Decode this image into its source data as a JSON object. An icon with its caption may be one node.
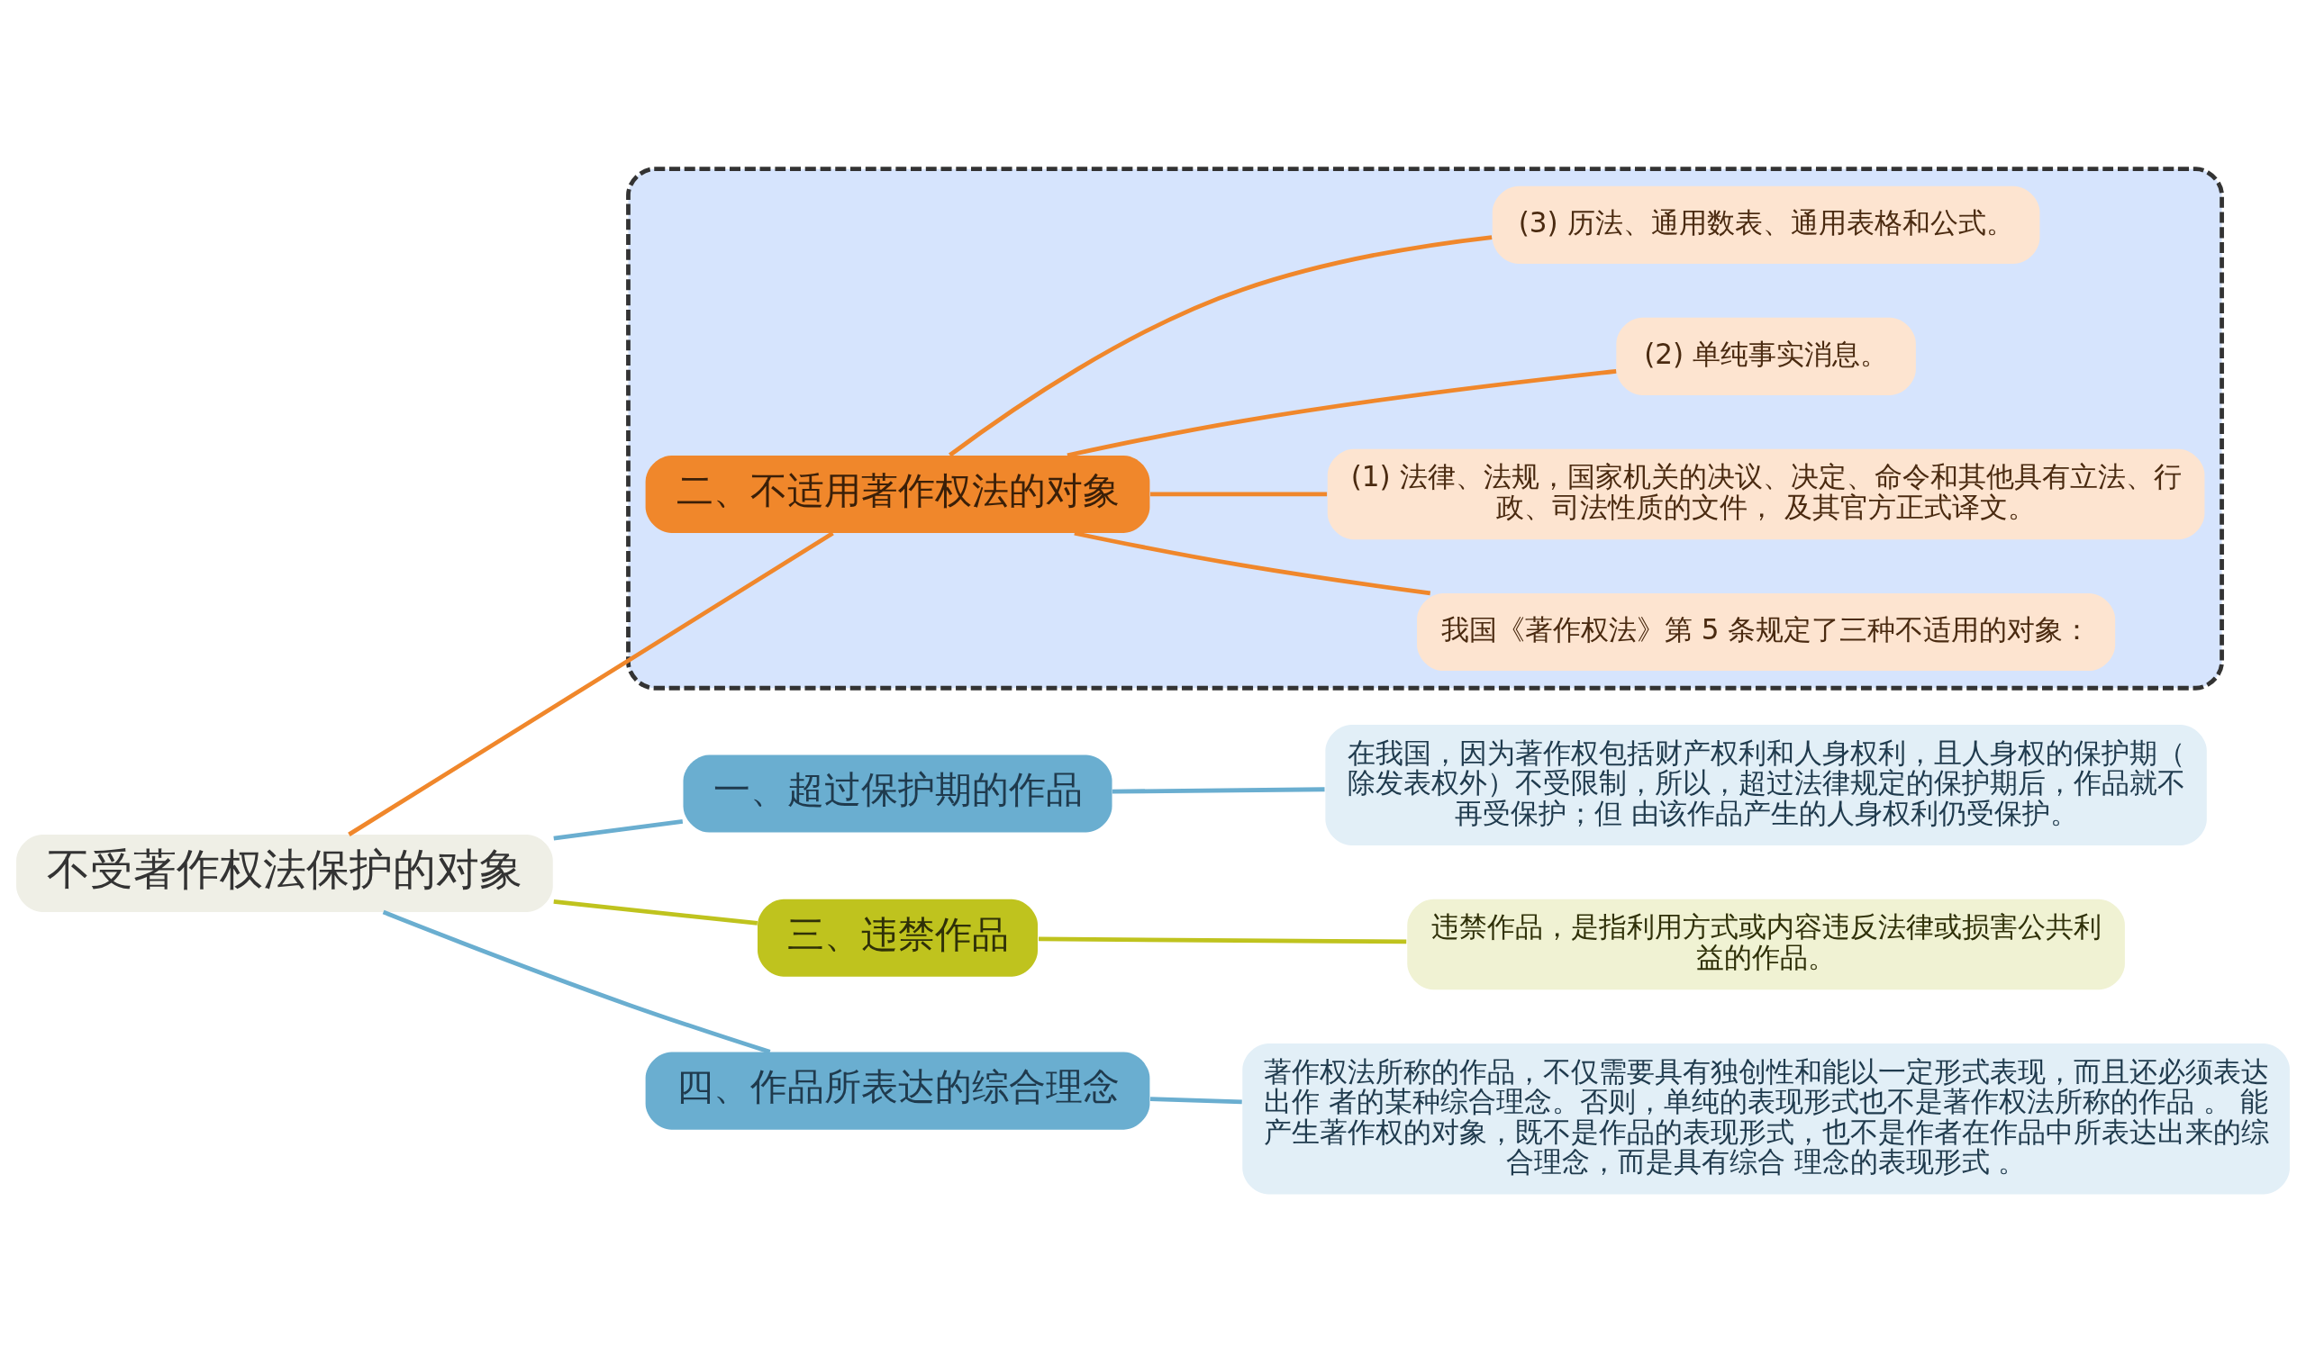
{
  "diagram": {
    "nodes": [
      {
        "text": [
          "不受著作权法保护的对象"
        ]
      },
      {
        "text": [
          "一、超过保护期的作品"
        ]
      },
      {
        "text": [
          "在我国，因为著作权包括财产权利和人身权利，且人身权的保护期（除发表权外）不受限制，所以，超过法律规定的保护期后，作品就不再受保护；但 由该作品产生的人身权利仍受保护。"
        ]
      },
      {
        "text": [],
        "shape": "box"
      },
      {
        "text": [
          "二、不适用著作权法的对象"
        ],
        "in": 3
      },
      {
        "text": [
          "我国《著作权法》第 5 条规定了三种不适用的对象："
        ],
        "in": 3
      },
      {
        "text": [
          "(1) 法律、法规，国家机关的决议、决定、命令和其他具有立法、行政、司法性质的文件， 及其官方正式译文。"
        ],
        "in": 3
      },
      {
        "text": [
          "(2) 单纯事实消息。"
        ],
        "in": 3
      },
      {
        "text": [
          "(3) 历法、通用数表、通用表格和公式。"
        ],
        "in": 3
      },
      {
        "text": [
          "三、违禁作品"
        ]
      },
      {
        "text": [
          "违禁作品，是指利用方式或内容违反法律或损害公共利益的作品。"
        ]
      },
      {
        "text": [
          "四、作品所表达的综合理念"
        ]
      },
      {
        "text": [
          "著作权法所称的作品，不仅需要具有独创性和能以一定形式表现，而且还必须表达出作 者的某种综合理念。否则，单纯的表现形式也不是著作权法所称的作品 。 能产生著作权的对象，既不是作品的表现形式，也不是作者在作品中所表达出来的综合理念，而是具有综合 理念的表现形式 。"
        ]
      }
    ],
    "edges": [
      {
        "from": 0,
        "to": 1,
        "arrow": "none",
        "color": "#6aaed0"
      },
      {
        "from": 1,
        "to": 2,
        "arrow": "none",
        "color": "#6aaed0"
      },
      {
        "from": 0,
        "to": 4,
        "arrow": "none",
        "color": "#f0872b"
      },
      {
        "from": 4,
        "to": 5,
        "arrow": "none",
        "color": "#f0872b"
      },
      {
        "from": 4,
        "to": 6,
        "arrow": "none",
        "color": "#f0872b"
      },
      {
        "from": 4,
        "to": 7,
        "arrow": "none",
        "color": "#f0872b"
      },
      {
        "from": 4,
        "to": 8,
        "arrow": "none",
        "color": "#f0872b"
      },
      {
        "from": 0,
        "to": 9,
        "arrow": "none",
        "color": "#bfc31e"
      },
      {
        "from": 9,
        "to": 10,
        "arrow": "none",
        "color": "#bfc31e"
      },
      {
        "from": 0,
        "to": 11,
        "arrow": "none",
        "color": "#6aaed0"
      },
      {
        "from": 11,
        "to": 12,
        "arrow": "none",
        "color": "#6aaed0"
      }
    ]
  }
}
